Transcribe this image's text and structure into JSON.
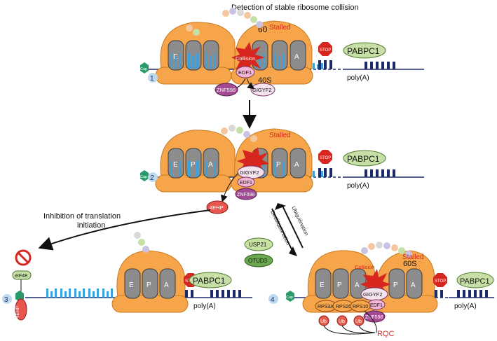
{
  "title": "Detection of stable ribosome collision",
  "steps": [
    "1",
    "2",
    "3",
    "4"
  ],
  "labels": {
    "stalled": "Stalled",
    "collision": "Collision",
    "subunit_60s_partial": "60",
    "subunit_60s": "60S",
    "subunit_40s": "40S",
    "stop": "STOP",
    "pabpc1": "PABPC1",
    "polya": "poly(A)",
    "cap": "Cap",
    "edf1": "EDF1",
    "znf598": "ZNF598",
    "gigyf2": "GIGYF2",
    "fourehp": "4EHP",
    "eif4e": "eIF4E",
    "usp21": "USP21",
    "otud3": "OTUD3",
    "ubiquitination": "Ubiquitination",
    "deubiquitination": "Deubiquitination",
    "inhibition": "Inhibition of translation",
    "initiation": "initiation",
    "rqc": "RQC",
    "ub": "Ub",
    "rps3a": "RPS3A",
    "rps20": "RPS20",
    "rps10": "RPS10",
    "site_e": "E",
    "site_p": "P",
    "site_a": "A"
  },
  "colors": {
    "ribosome_orange": "#f7a54a",
    "ribosome_light": "#fcd9a8",
    "trna_gray": "#8c8c8c",
    "trna_dark": "#4d4d4d",
    "codon_blue": "#3aa3de",
    "stalled_red": "#d7261f",
    "collision_red": "#d7261f",
    "edf1_pink": "#f3b6d6",
    "znf598_purple": "#a24b93",
    "gigyf2_light": "#f4e2ee",
    "fourehp_red": "#e8564e",
    "pabpc1_green": "#c6dfa6",
    "cap_green": "#2a9a6a",
    "usp21_green": "#c7e2a3",
    "otud3_green": "#6aa84f",
    "polya_navy": "#1e2b6b",
    "ub_red": "#e15a4b",
    "arrow_black": "#111111"
  }
}
